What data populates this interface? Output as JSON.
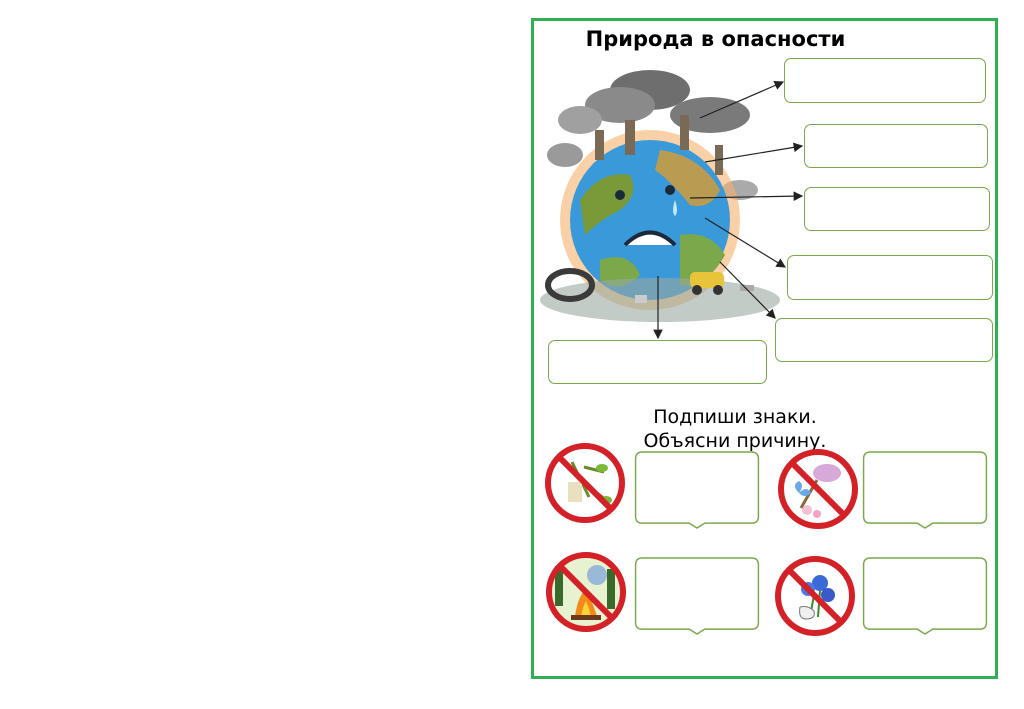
{
  "worksheet": {
    "title": "Природа в опасности",
    "instruction_line1": "Подпиши знаки.",
    "instruction_line2": "Объясни причину."
  },
  "colors": {
    "frame": "#2fae52",
    "box_border": "#7aa84a",
    "prohibition_red": "#d42027"
  },
  "signs": [
    {
      "icon": "no-breaking-branches-icon"
    },
    {
      "icon": "no-catching-butterflies-icon"
    },
    {
      "icon": "no-campfire-icon"
    },
    {
      "icon": "no-picking-flowers-icon"
    }
  ]
}
